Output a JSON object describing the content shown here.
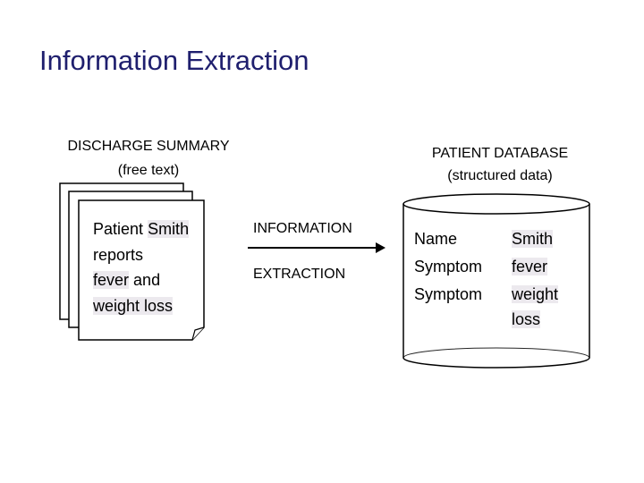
{
  "title": "Information Extraction",
  "source": {
    "title": "DISCHARGE SUMMARY",
    "subtitle": "(free text)",
    "text": {
      "w1": "Patient",
      "w2": "Smith",
      "w3": "reports",
      "w4": "fever",
      "w5": "and",
      "w6": "weight loss"
    }
  },
  "process": {
    "line1": "INFORMATION",
    "line2": "EXTRACTION"
  },
  "target": {
    "title": "PATIENT DATABASE",
    "subtitle": "(structured data)",
    "rows": [
      {
        "field": "Name",
        "value": "Smith"
      },
      {
        "field": "Symptom",
        "value": "fever"
      },
      {
        "field": "Symptom",
        "value_line1": "weight",
        "value_line2": "loss"
      }
    ]
  },
  "colors": {
    "title": "#1f1f6e",
    "highlight": "#ece9ee"
  }
}
